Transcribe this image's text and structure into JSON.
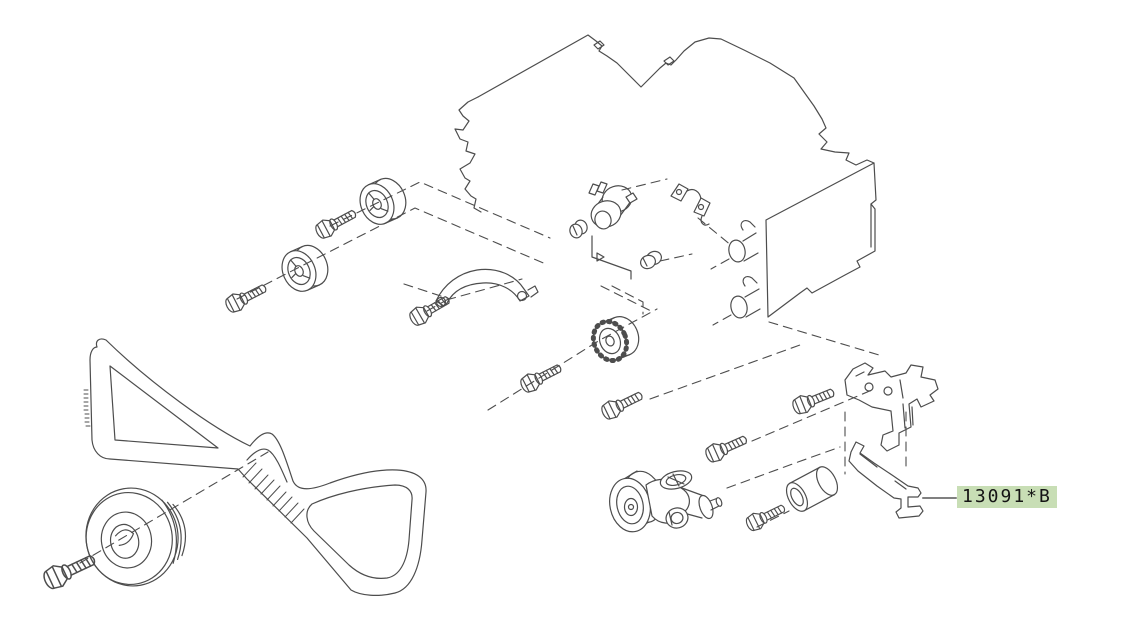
{
  "page": {
    "background_color": "#ffffff"
  },
  "diagram": {
    "line_color": "#4d4d4d",
    "leader_line_color": "#808080",
    "parts": [
      "engine-block",
      "timing-belt",
      "crankshaft-pulley",
      "crankshaft-pulley-bolt",
      "idler-pulley-upper",
      "idler-pulley-lower",
      "toothed-idler-pulley",
      "upper-tensioner-pulley",
      "idler-bracket-arm",
      "belt-tensioner-assembly",
      "spacer-pulley",
      "mounting-bracket",
      "belt-cover-clips",
      "labeled-bracket",
      "mounting-bolts"
    ]
  },
  "part_label": {
    "text": "13091*B",
    "highlight_color": "#c8deb5",
    "text_color": "#141414"
  }
}
